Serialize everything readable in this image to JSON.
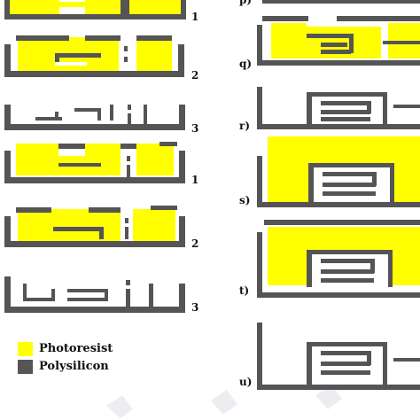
{
  "colors": {
    "photoresist": "#FFFF00",
    "polysilicon": "#555555",
    "background": "#FFFFFF"
  },
  "left_steps": [
    "1",
    "2",
    "3",
    "1",
    "2",
    "3"
  ],
  "right_steps": [
    "p)",
    "q)",
    "r)",
    "s)",
    "t)",
    "u)"
  ],
  "legend": [
    {
      "label": "Photoresist",
      "color": "#FFFF00"
    },
    {
      "label": "Polysilicon",
      "color": "#555555"
    }
  ]
}
